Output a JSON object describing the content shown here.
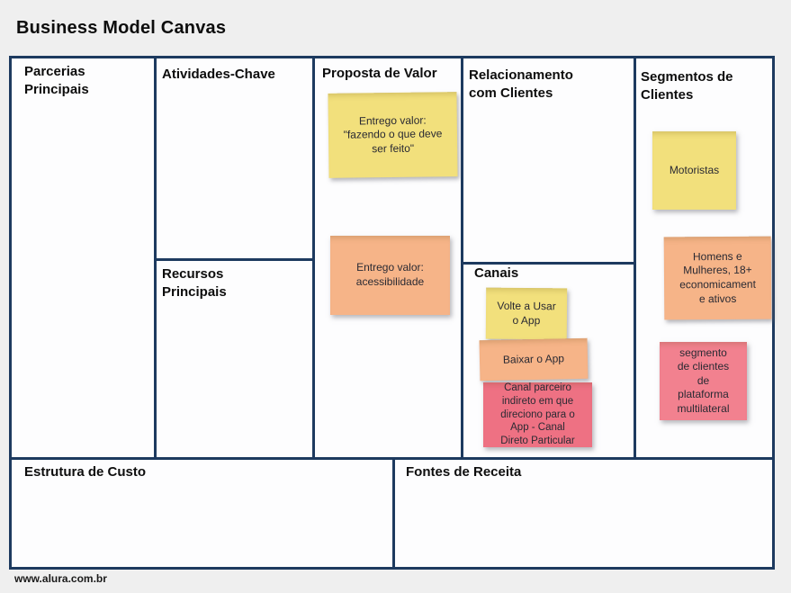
{
  "page": {
    "title": "Business Model Canvas",
    "footer": "www.alura.com.br"
  },
  "colors": {
    "border_navy": "#1d3a5f",
    "canvas_bg": "#fdfdfe",
    "page_bg": "#efefef",
    "note_yellow": "#f2e07c",
    "note_orange": "#f6b488",
    "note_pink_dark": "#ee7183",
    "note_pink_light": "#f2818f",
    "note_text": "#2a2a33"
  },
  "sections": {
    "parcerias": {
      "label": "Parcerias\nPrincipais"
    },
    "atividades": {
      "label": "Atividades-Chave"
    },
    "recursos": {
      "label": "Recursos\nPrincipais"
    },
    "proposta": {
      "label": "Proposta de Valor"
    },
    "relacionamento": {
      "label": "Relacionamento\ncom Clientes"
    },
    "canais": {
      "label": "Canais"
    },
    "segmentos": {
      "label": "Segmentos de\nClientes"
    },
    "estrutura": {
      "label": "Estrutura de Custo"
    },
    "fontes": {
      "label": "Fontes de Receita"
    }
  },
  "notes": [
    {
      "section": "Proposta de Valor",
      "color": "yellow",
      "text": "Entrego valor:\n\"fazendo o que deve\nser feito\""
    },
    {
      "section": "Proposta de Valor",
      "color": "orange",
      "text": "Entrego valor:\nacessibilidade"
    },
    {
      "section": "Canais",
      "color": "yellow",
      "text": "Volte a Usar\no App"
    },
    {
      "section": "Canais",
      "color": "orange",
      "text": "Baixar o App"
    },
    {
      "section": "Canais",
      "color": "pink",
      "text": "Canal parceiro\nindireto em que\ndireciono para o\nApp - Canal\nDireto Particular"
    },
    {
      "section": "Segmentos de Clientes",
      "color": "yellow",
      "text": "Motoristas"
    },
    {
      "section": "Segmentos de Clientes",
      "color": "orange",
      "text": "Homens e\nMulheres, 18+\neconomicament\ne ativos"
    },
    {
      "section": "Segmentos de Clientes",
      "color": "pink",
      "text": "segmento\nde clientes\nde\nplataforma\nmultilateral"
    }
  ]
}
